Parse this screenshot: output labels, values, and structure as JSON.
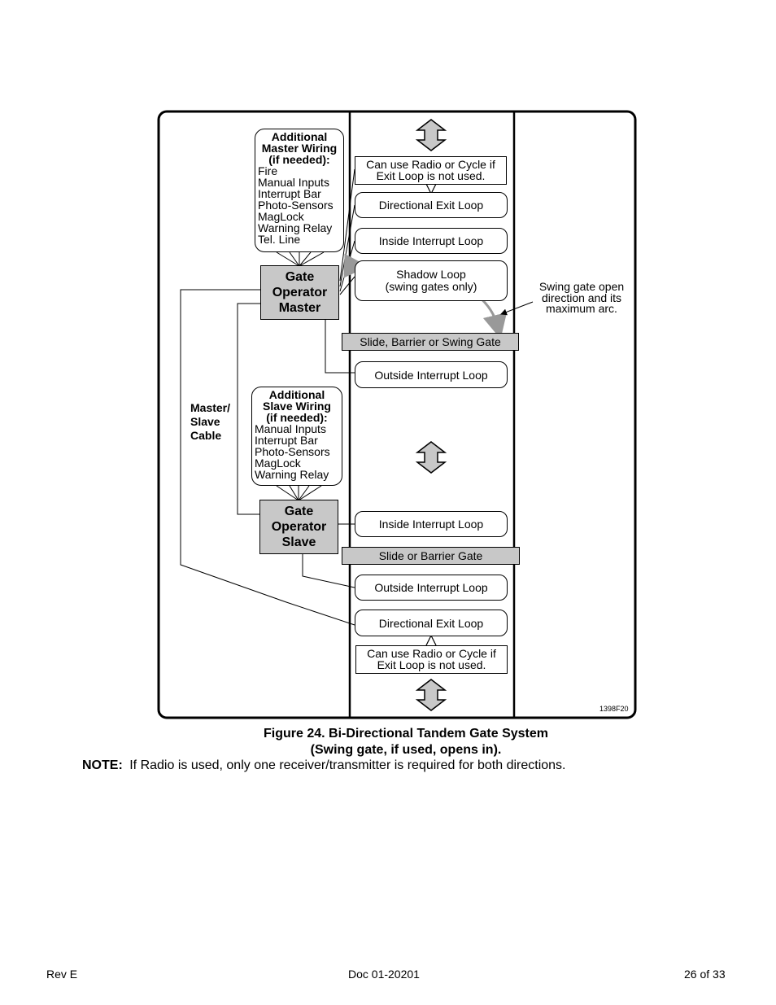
{
  "diagram": {
    "master_wiring": {
      "title_lines": [
        "Additional",
        "Master Wiring",
        "(if needed):"
      ],
      "items": [
        "Fire",
        "Manual Inputs",
        "Interrupt  Bar",
        "Photo-Sensors",
        "MagLock",
        "Warning Relay",
        "Tel. Line"
      ]
    },
    "slave_wiring": {
      "title_lines": [
        "Additional",
        "Slave Wiring",
        "(if needed):"
      ],
      "items": [
        "Manual Inputs",
        "Interrupt  Bar",
        "Photo-Sensors",
        "MagLock",
        "Warning Relay"
      ]
    },
    "master_operator": [
      "Gate",
      "Operator",
      "Master"
    ],
    "slave_operator": [
      "Gate",
      "Operator",
      "Slave"
    ],
    "cable_label": [
      "Master/",
      "Slave",
      "Cable"
    ],
    "top_note": [
      "Can use Radio or Cycle if",
      "Exit Loop is not used."
    ],
    "bottom_note": [
      "Can use Radio or Cycle if",
      "Exit Loop is not used."
    ],
    "loops": {
      "top_exit": "Directional Exit Loop",
      "master_inside": "Inside Interrupt  Loop",
      "shadow": [
        "Shadow Loop",
        "(swing gates only)"
      ],
      "master_outside": "Outside Interrupt  Loop",
      "slave_inside": "Inside Interrupt  Loop",
      "slave_outside": "Outside Interrupt  Loop",
      "bottom_exit": "Directional Exit Loop"
    },
    "gates": {
      "master": "Slide, Barrier or Swing Gate",
      "slave": "Slide or Barrier Gate"
    },
    "swing_note": [
      "Swing gate open",
      "direction and its",
      "maximum arc."
    ],
    "figure_code": "1398F20"
  },
  "caption": {
    "line1": "Figure 24.  Bi-Directional Tandem Gate System",
    "line2": "(Swing gate, if used, opens in)."
  },
  "note": {
    "label": "NOTE:",
    "text": "If Radio is used, only one receiver/transmitter is required for both directions."
  },
  "footer": {
    "left": "Rev E",
    "center": "Doc 01-20201",
    "right": "26 of 33"
  }
}
